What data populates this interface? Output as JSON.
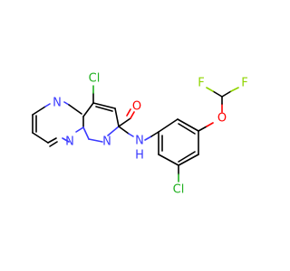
{
  "atoms": {
    "cl_top": "Cl",
    "n_ring": "N",
    "n_bridge": "N",
    "n_pyrazole": "N",
    "o_carbonyl": "O",
    "n_amide": "N",
    "h_amide": "H",
    "f_left": "F",
    "f_right": "F",
    "o_ether": "O",
    "cl_bottom": "Cl"
  },
  "colors": {
    "carbon": "#000000",
    "nitrogen": "#3a3aff",
    "oxygen": "#ff0000",
    "chlorine": "#1fb01f",
    "fluorine": "#8fd400",
    "background": "#ffffff"
  }
}
